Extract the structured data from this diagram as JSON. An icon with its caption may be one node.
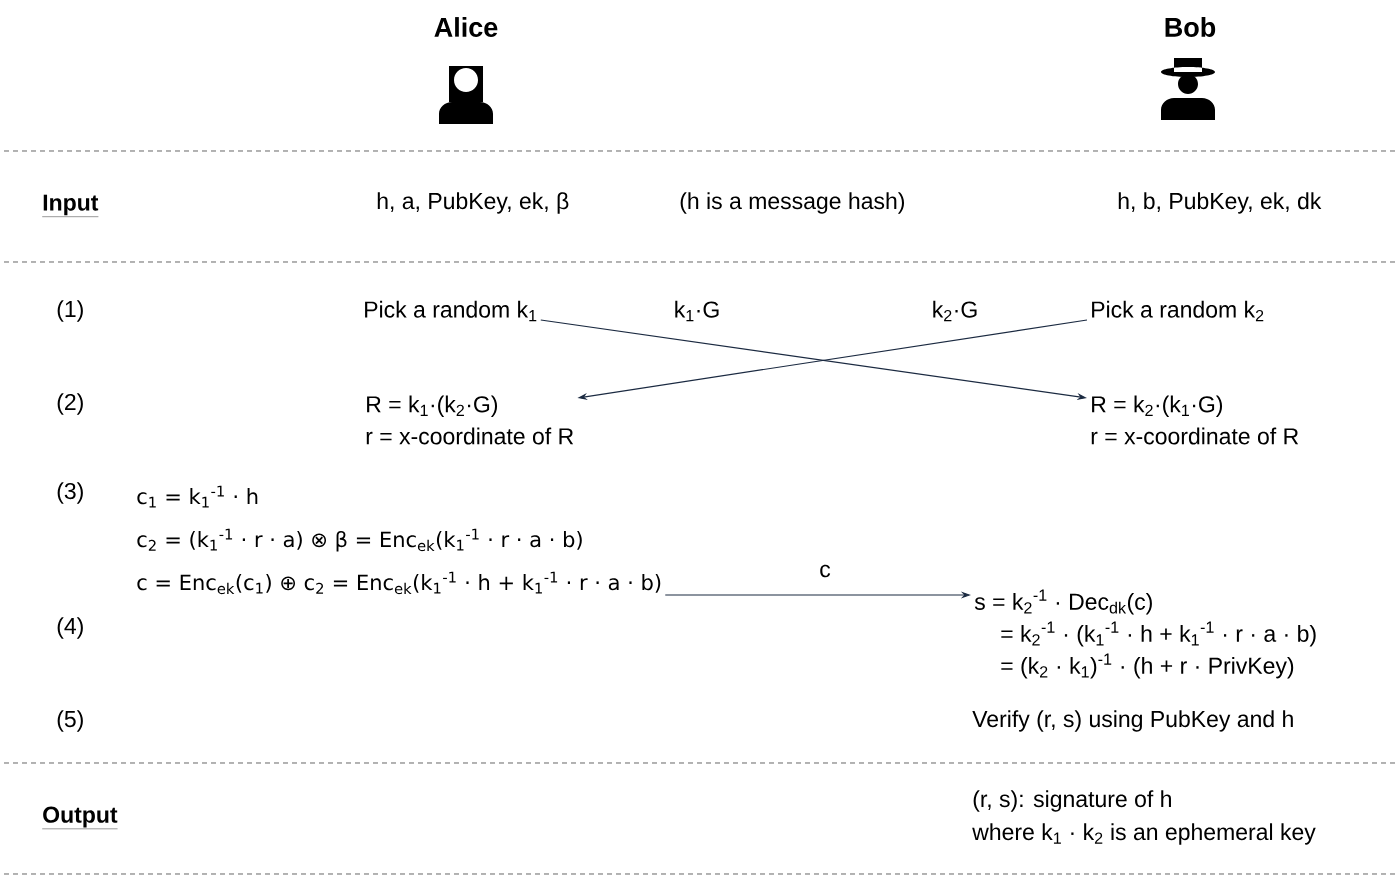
{
  "diagram": {
    "nodes": [
      {
        "text": [
          "Pick a random k$_{1}$"
        ]
      },
      {
        "text": [
          "Pick a random k$_{2}$"
        ]
      },
      {
        "text": [
          "R = k$_{1}$·(k$_{2}$·G)",
          "r = x-coordinate of R"
        ]
      },
      {
        "text": [
          "R = k$_{2}$·(k$_{1}$·G)",
          "r = x-coordinate of R"
        ]
      },
      {
        "text": [
          "c$_{1}$ = k$_{1}$$^{-1}$ · h",
          "c$_{2}$ = (k$_{1}$$^{-1}$ · r · a) ⊗ β = Enc$_{ek}$(k$_{1}$$^{-1}$ · r · a · b)",
          "c = Enc$_{ek}$(c$_{1}$) ⊕ c$_{2}$ = Enc$_{ek}$(k$_{1}$$^{-1}$ · h + k$_{1}$$^{-1}$ · r · a · b)"
        ]
      },
      {
        "text": [
          "s = k$_{2}$$^{-1}$ · Dec$_{dk}$(c)",
          "= k$_{2}$$^{-1}$ · (k$_{1}$$^{-1}$ · h + k$_{1}$$^{-1}$ · r · a · b)",
          "= (k$_{2}$ · k$_{1}$)$^{-1}$ · (h + r · PrivKey)"
        ]
      }
    ],
    "edges": [
      {
        "from": 0,
        "to": 3,
        "arrow": "to",
        "label": "k$_{1}$·G"
      },
      {
        "from": 1,
        "to": 2,
        "arrow": "to",
        "label": "k$_{2}$·G"
      },
      {
        "from": 4,
        "to": 5,
        "arrow": "to",
        "label": "c"
      }
    ],
    "labels": [
      "Alice",
      "Bob",
      "Input",
      "h, a, PubKey, ek, β",
      "(h is a message hash)",
      "h, b, PubKey, ek, dk",
      "(1)",
      "(2)",
      "(3)",
      "(4)",
      "(5)",
      "Verify (r, s) using PubKey and h",
      "Output",
      "(r, s): signature of h",
      "where k$_{1}$ · k$_{2}$ is an ephemeral key"
    ]
  }
}
